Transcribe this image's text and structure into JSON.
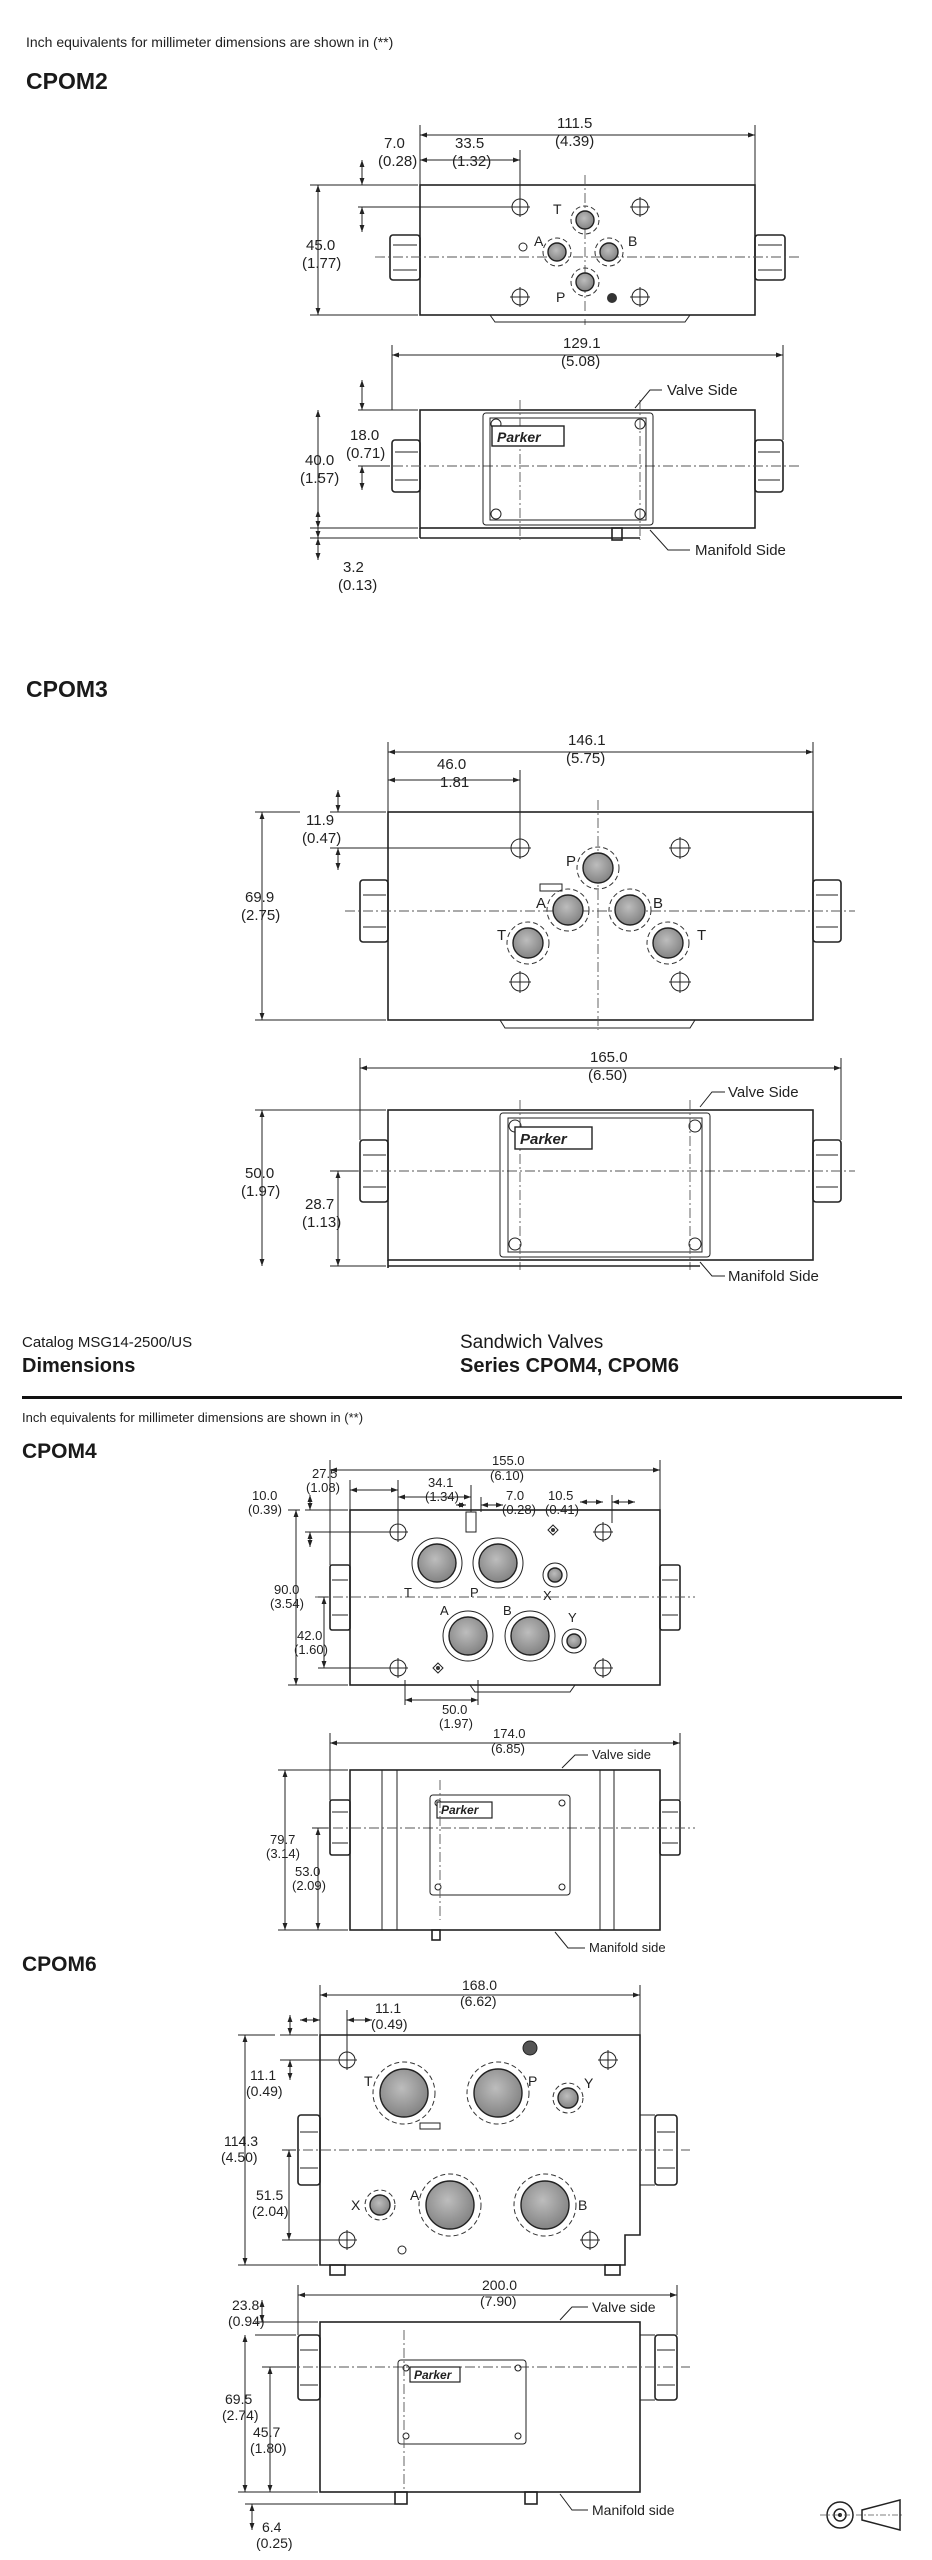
{
  "notes": {
    "inch_note": "Inch equivalents for millimeter dimensions are shown in (**)"
  },
  "header": {
    "catalog": "Catalog MSG14-2500/US",
    "section": "Dimensions",
    "product": "Sandwich Valves",
    "series": "Series CPOM4, CPOM6"
  },
  "brand": "Parker",
  "labels": {
    "valve_side": "Valve  Side",
    "manifold_side": "Manifold  Side",
    "valve_side_lc": "Valve  side",
    "manifold_side_lc": "Manifold  side"
  },
  "cpom2": {
    "title": "CPOM2",
    "ports": {
      "t": "T",
      "a": "A",
      "b": "B",
      "p": "P"
    },
    "dims": {
      "w_mm": "111.5",
      "w_in": "(4.39)",
      "c_mm": "33.5",
      "c_in": "(1.32)",
      "e_mm": "7.0",
      "e_in": "(0.28)",
      "h_mm": "45.0",
      "h_in": "(1.77)",
      "l_mm": "129.1",
      "l_in": "(5.08)",
      "v_mm": "18.0",
      "v_in": "(0.71)",
      "t_mm": "40.0",
      "t_in": "(1.57)",
      "b_mm": "3.2",
      "b_in": "(0.13)"
    }
  },
  "cpom3": {
    "title": "CPOM3",
    "ports": {
      "p": "P",
      "a": "A",
      "b": "B",
      "t1": "T",
      "t2": "T"
    },
    "dims": {
      "w_mm": "146.1",
      "w_in": "(5.75)",
      "c_mm": "46.0",
      "c_in": "1.81",
      "e_mm": "11.9",
      "e_in": "(0.47)",
      "h_mm": "69.9",
      "h_in": "(2.75)",
      "l_mm": "165.0",
      "l_in": "(6.50)",
      "t_mm": "50.0",
      "t_in": "(1.97)",
      "v_mm": "28.7",
      "v_in": "(1.13)"
    }
  },
  "cpom4": {
    "title": "CPOM4",
    "ports": {
      "t": "T",
      "p": "P",
      "x": "X",
      "a": "A",
      "b": "B",
      "y": "Y"
    },
    "dims": {
      "w_mm": "155.0",
      "w_in": "(6.10)",
      "d1_mm": "27.5",
      "d1_in": "(1.08)",
      "d2_mm": "34.1",
      "d2_in": "(1.34)",
      "d3_mm": "10.0",
      "d3_in": "(0.39)",
      "d4_mm": "7.0",
      "d4_in": "(0.28)",
      "d5_mm": "10.5",
      "d5_in": "(0.41)",
      "h_mm": "90.0",
      "h_in": "(3.54)",
      "c_mm": "42.0",
      "c_in": "(1.60)",
      "ab_mm": "50.0",
      "ab_in": "(1.97)",
      "l_mm": "174.0",
      "l_in": "(6.85)",
      "t_mm": "79.7",
      "t_in": "(3.14)",
      "v_mm": "53.0",
      "v_in": "(2.09)"
    }
  },
  "cpom6": {
    "title": "CPOM6",
    "ports": {
      "t": "T",
      "p": "P",
      "y": "Y",
      "x": "X",
      "a": "A",
      "b": "B"
    },
    "dims": {
      "w_mm": "168.0",
      "w_in": "(6.62)",
      "d1_mm": "11.1",
      "d1_in": "(0.49)",
      "d2_mm": "11.1",
      "d2_in": "(0.49)",
      "h_mm": "114.3",
      "h_in": "(4.50)",
      "c_mm": "51.5",
      "c_in": "(2.04)",
      "l_mm": "200.0",
      "l_in": "(7.90)",
      "e_mm": "23.8",
      "e_in": "(0.94)",
      "t_mm": "69.5",
      "t_in": "(2.74)",
      "v_mm": "45.7",
      "v_in": "(1.80)",
      "b_mm": "6.4",
      "b_in": "(0.25)"
    }
  }
}
